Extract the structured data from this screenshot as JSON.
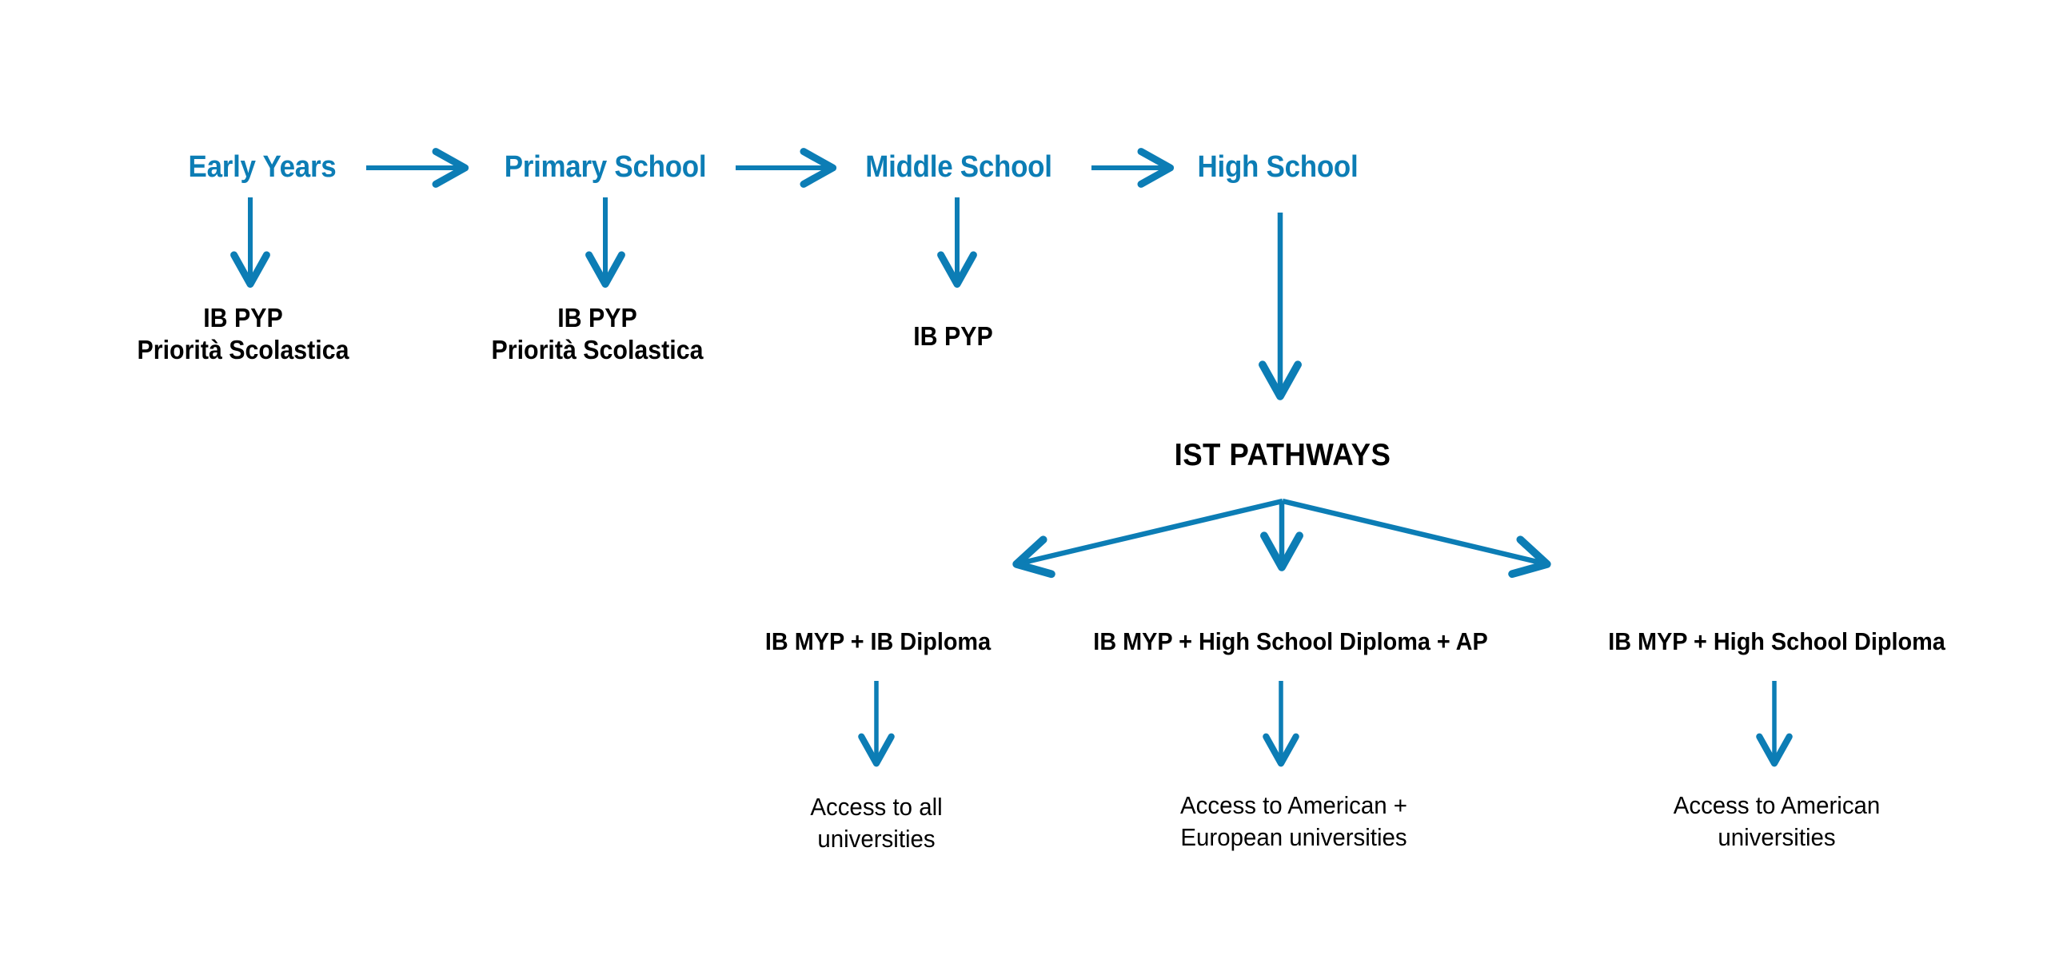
{
  "theme": {
    "accent_blue": "#0C7DB5",
    "text_black": "#000000",
    "background": "#FFFFFF"
  },
  "diagram": {
    "title": "IST PATHWAYS",
    "stages": [
      {
        "name": "Early Years",
        "programme": "IB PYP",
        "note": "Priorità Scolastica"
      },
      {
        "name": "Primary School",
        "programme": "IB PYP",
        "note": "Priorità Scolastica"
      },
      {
        "name": "Middle School",
        "programme": "IB PYP",
        "note": ""
      },
      {
        "name": "High School",
        "programme": "",
        "note": ""
      }
    ],
    "pathways": [
      {
        "label": "IB MYP + IB Diploma",
        "outcome_line1": "Access to all",
        "outcome_line2": "universities"
      },
      {
        "label": "IB MYP + High School  Diploma + AP",
        "outcome_line1": "Access to American +",
        "outcome_line2": "European universities"
      },
      {
        "label": "IB MYP + High School  Diploma",
        "outcome_line1": "Access to American",
        "outcome_line2": "universities"
      }
    ],
    "connectors": {
      "stage_to_stage": "horizontal-arrow-right",
      "stage_to_programme": "vertical-arrow-down",
      "high_school_to_pathways": "long-vertical-arrow-down",
      "pathways_branch": "three-way-branch-arrow",
      "pathway_to_outcome": "vertical-arrow-down"
    }
  }
}
